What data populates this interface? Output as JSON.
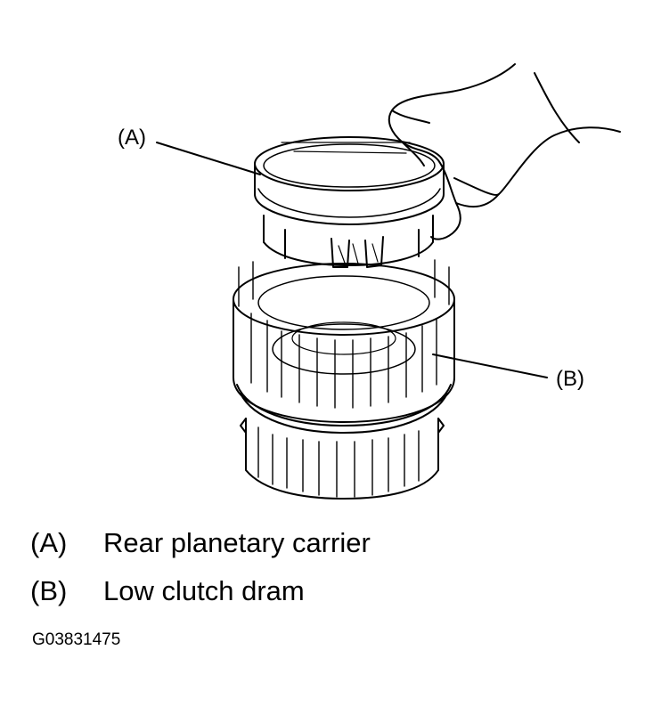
{
  "callouts": {
    "a": "(A)",
    "b": "(B)"
  },
  "legend": [
    {
      "key": "(A)",
      "text": "Rear planetary carrier"
    },
    {
      "key": "(B)",
      "text": "Low clutch dram"
    }
  ],
  "figure_id": "G03831475",
  "colors": {
    "line": "#000000",
    "background": "#ffffff"
  }
}
